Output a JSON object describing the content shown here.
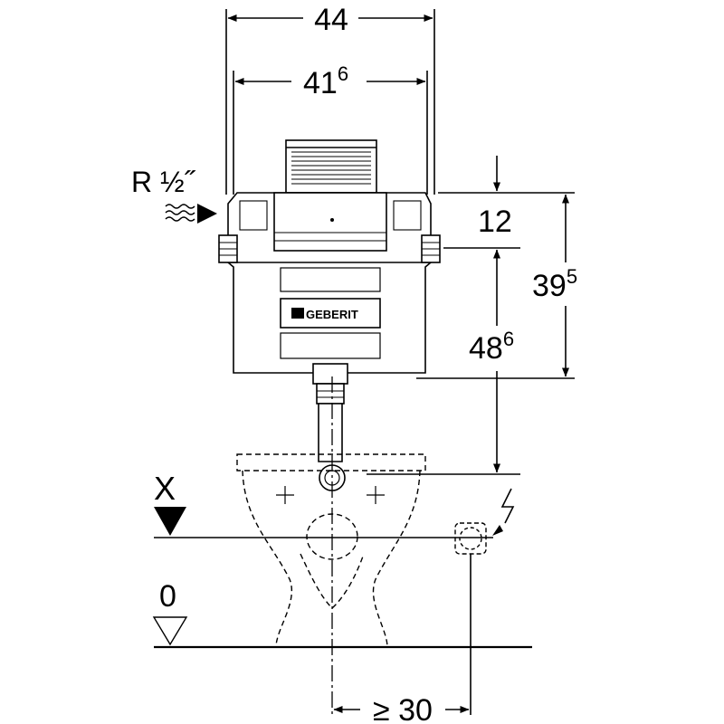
{
  "dimensions": {
    "total_width": "44",
    "inner_width_main": "41",
    "inner_width_sup": "6",
    "top_offset": "12",
    "total_height_main": "39",
    "total_height_sup": "5",
    "lower_height_main": "48",
    "lower_height_sup": "6",
    "min_clearance": "≥ 30"
  },
  "labels": {
    "water_connection": "R ½˝",
    "marker_x": "X",
    "floor_level": "0",
    "brand_logo": "GEBERIT"
  },
  "icons": {
    "water_supply": "water-waves-icon",
    "electric": "lightning-icon",
    "floor_marker": "level-triangle-icon",
    "x_marker": "filled-triangle-icon"
  }
}
